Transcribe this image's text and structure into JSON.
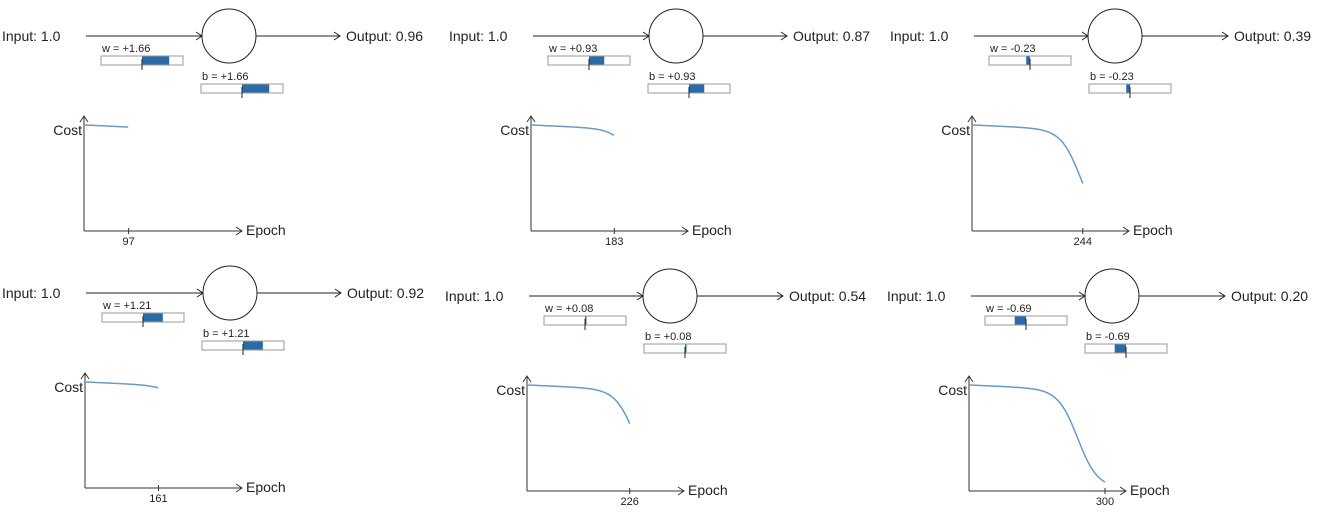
{
  "panels": [
    {
      "input_label": "Input: 1.0",
      "output_label": "Output: 0.96",
      "w_label": "w = +1.66",
      "b_label": "b = +1.66",
      "w": 1.66,
      "b": 1.66,
      "cost_label": "Cost",
      "epoch_label": "Epoch",
      "epoch_value": "97",
      "epoch": 97
    },
    {
      "input_label": "Input: 1.0",
      "output_label": "Output: 0.87",
      "w_label": "w = +0.93",
      "b_label": "b = +0.93",
      "w": 0.93,
      "b": 0.93,
      "cost_label": "Cost",
      "epoch_label": "Epoch",
      "epoch_value": "183",
      "epoch": 183
    },
    {
      "input_label": "Input: 1.0",
      "output_label": "Output: 0.39",
      "w_label": "w = -0.23",
      "b_label": "b = -0.23",
      "w": -0.23,
      "b": -0.23,
      "cost_label": "Cost",
      "epoch_label": "Epoch",
      "epoch_value": "244",
      "epoch": 244
    },
    {
      "input_label": "Input: 1.0",
      "output_label": "Output: 0.92",
      "w_label": "w = +1.21",
      "b_label": "b = +1.21",
      "w": 1.21,
      "b": 1.21,
      "cost_label": "Cost",
      "epoch_label": "Epoch",
      "epoch_value": "161",
      "epoch": 161
    },
    {
      "input_label": "Input: 1.0",
      "output_label": "Output: 0.54",
      "w_label": "w = +0.08",
      "b_label": "b = +0.08",
      "w": 0.08,
      "b": 0.08,
      "cost_label": "Cost",
      "epoch_label": "Epoch",
      "epoch_value": "226",
      "epoch": 226
    },
    {
      "input_label": "Input: 1.0",
      "output_label": "Output: 0.20",
      "w_label": "w = -0.69",
      "b_label": "b = -0.69",
      "w": -0.69,
      "b": -0.69,
      "cost_label": "Cost",
      "epoch_label": "Epoch",
      "epoch_value": "300",
      "epoch": 300
    }
  ]
}
